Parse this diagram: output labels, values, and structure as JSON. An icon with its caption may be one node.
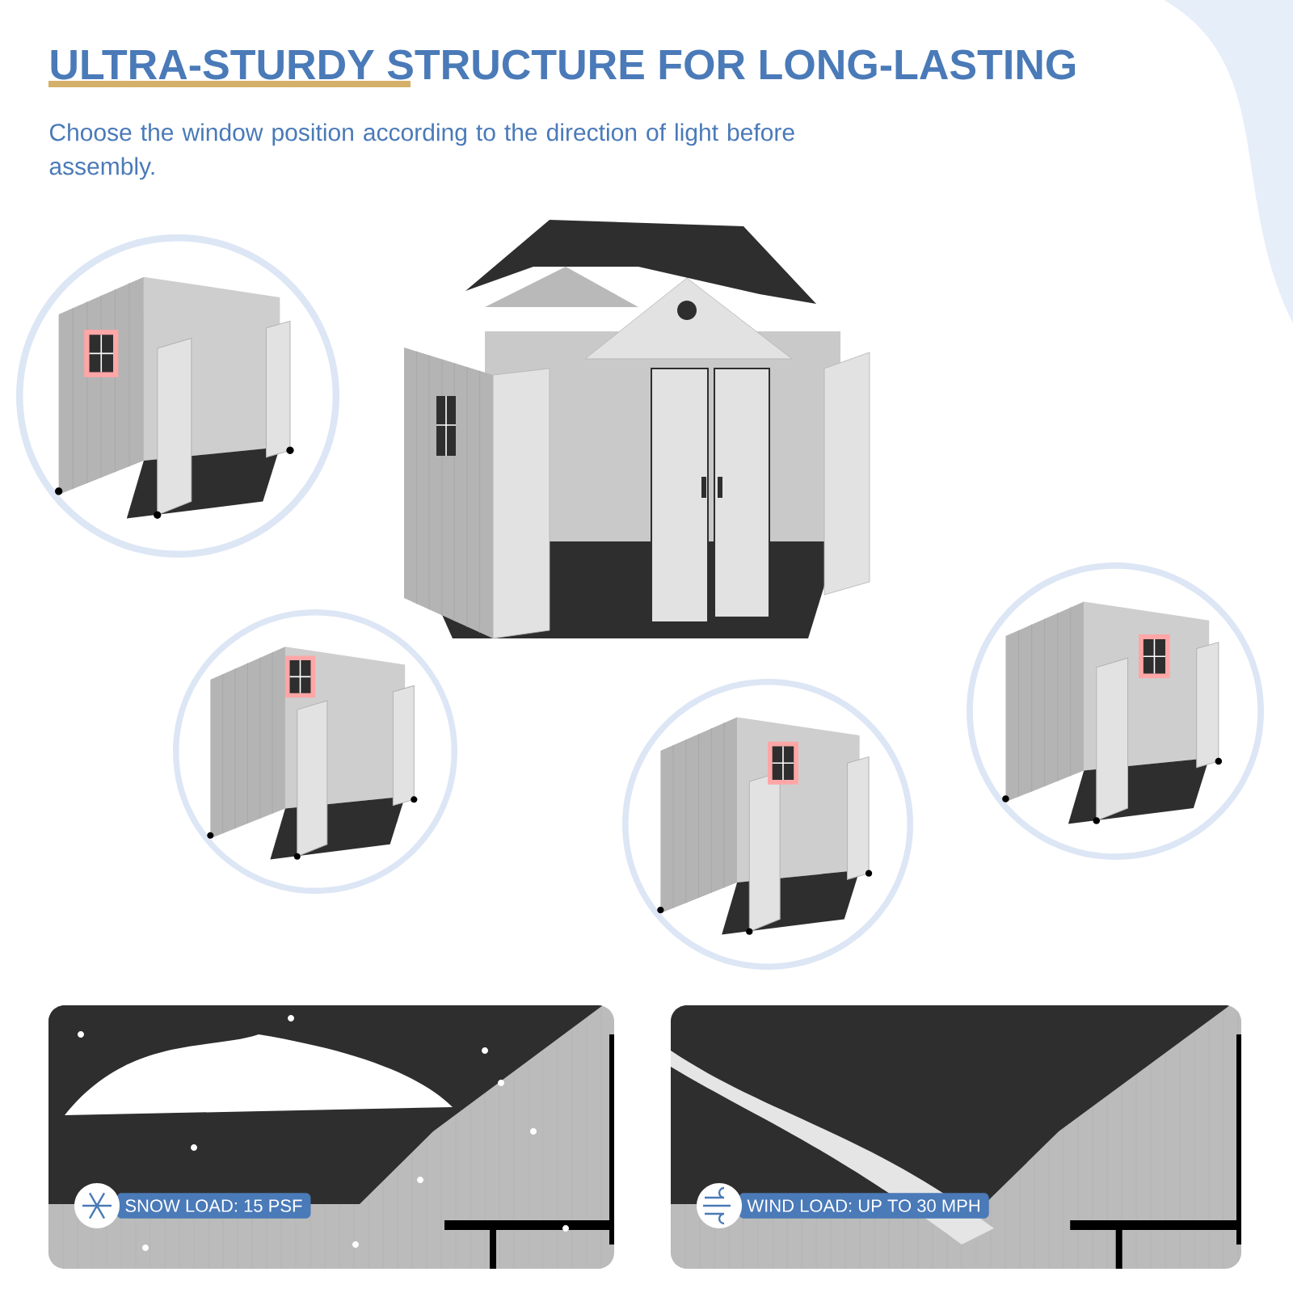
{
  "diagram": {
    "title": "ULTRA-STURDY STRUCTURE FOR LONG-LASTING",
    "labels": [
      "Choose the window position according to the direction of light before assembly.",
      "SNOW LOAD: 15 PSF",
      "WIND LOAD: UP TO 30 MPH"
    ]
  }
}
